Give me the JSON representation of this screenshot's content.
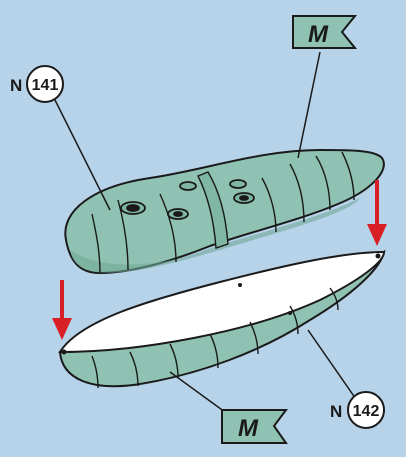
{
  "callouts": {
    "top_part": {
      "prefix": "N",
      "number": "141"
    },
    "bottom_part": {
      "prefix": "N",
      "number": "142"
    }
  },
  "flags": {
    "top": {
      "letter": "M"
    },
    "bottom": {
      "letter": "M"
    }
  },
  "colors": {
    "background": "#b7d3ea",
    "part_fill": "#8fc2b2",
    "part_shadow": "#6fa896",
    "inner_face": "#ffffff",
    "arrow": "#d91f26",
    "outline": "#1a1a1a"
  },
  "icons": {
    "callout_circle": "circle-badge",
    "flag": "pennant-flag",
    "arrow": "down-arrow"
  }
}
